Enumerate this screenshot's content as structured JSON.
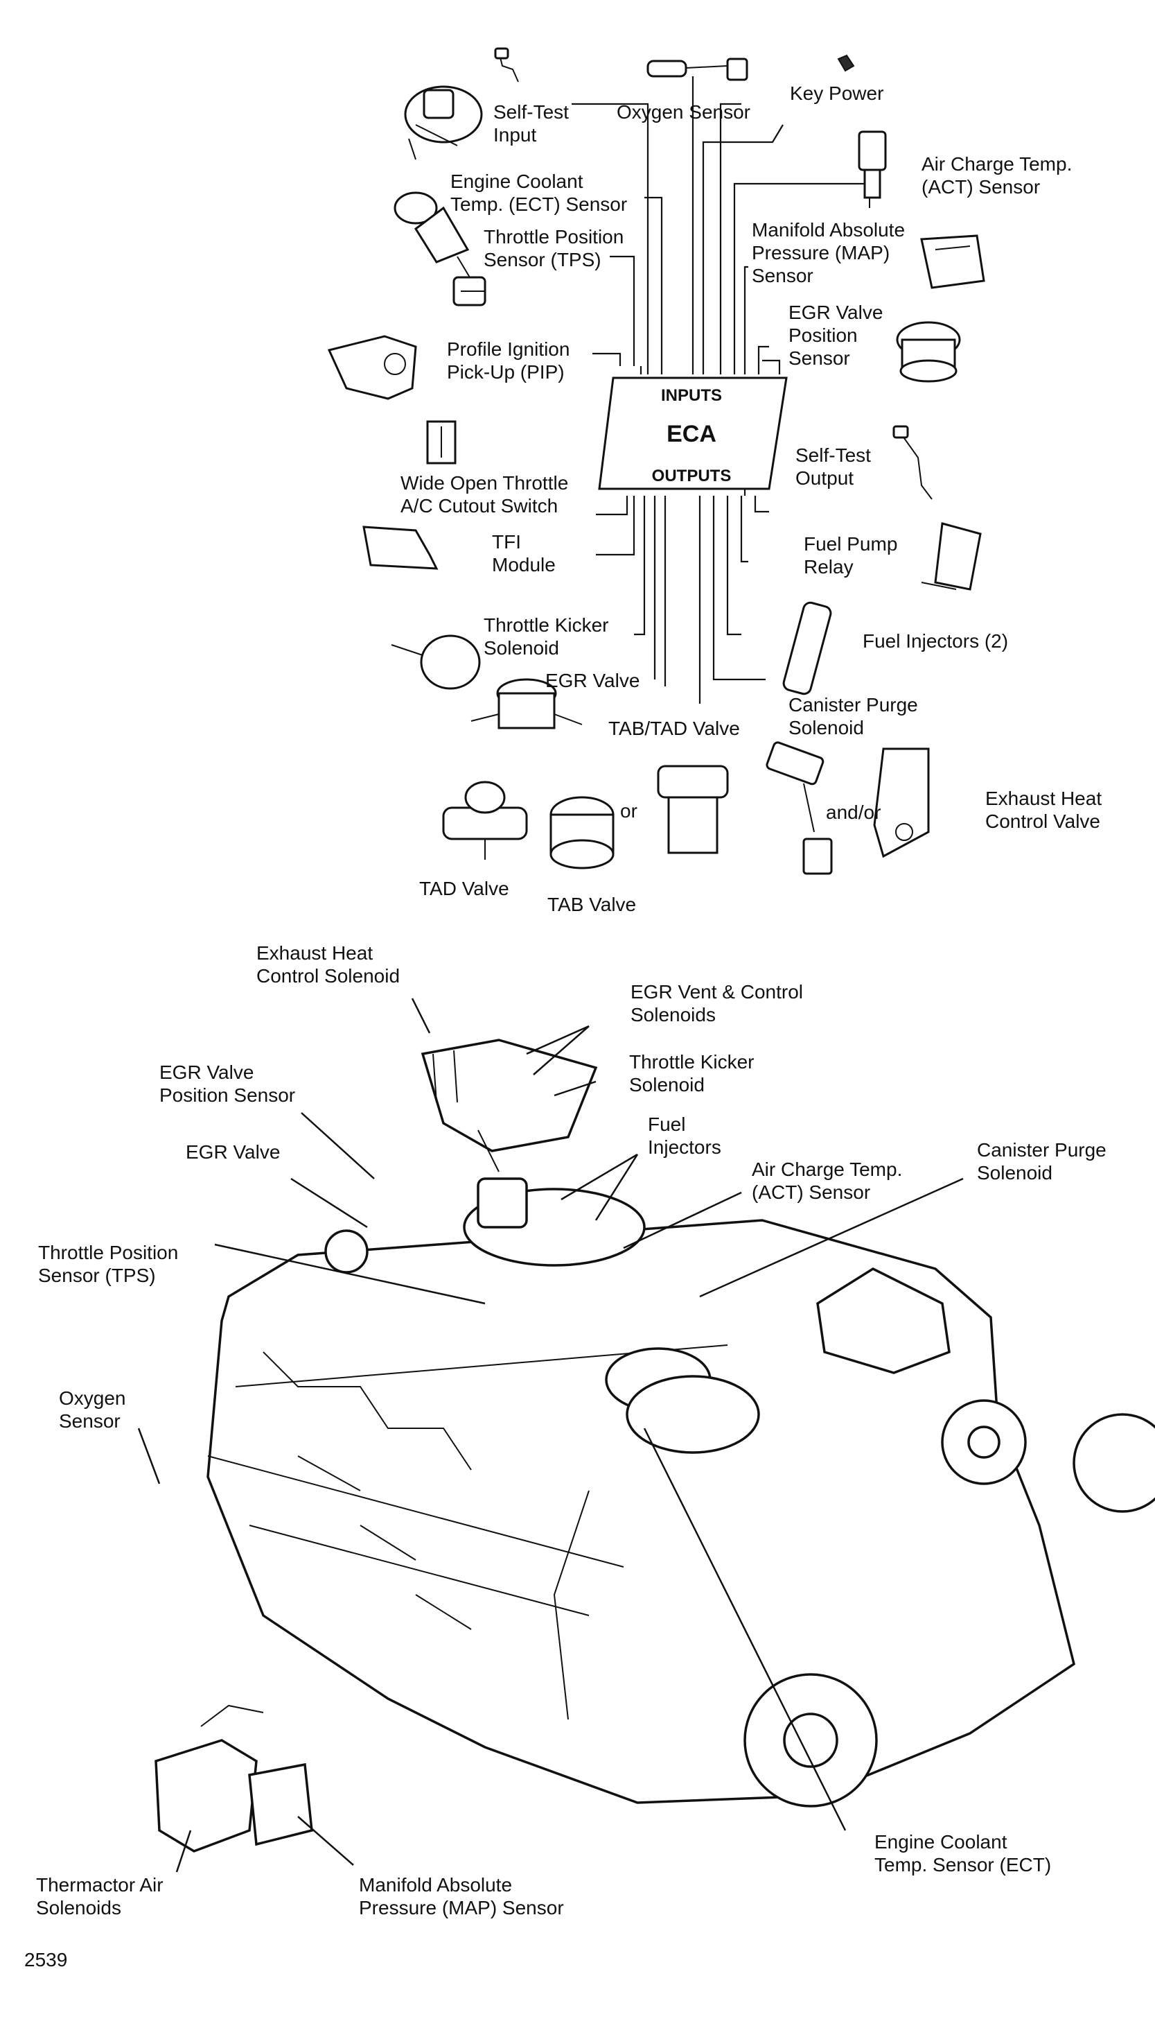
{
  "eca": {
    "title": "ECA",
    "inputs_label": "INPUTS",
    "outputs_label": "OUTPUTS"
  },
  "top_labels": {
    "self_test_input": "Self-Test\nInput",
    "oxygen_sensor": "Oxygen Sensor",
    "key_power": "Key Power",
    "ect_sensor": "Engine Coolant\nTemp. (ECT) Sensor",
    "act_sensor": "Air Charge Temp.\n(ACT) Sensor",
    "tps": "Throttle Position\nSensor (TPS)",
    "map_sensor": "Manifold Absolute\nPressure (MAP)\nSensor",
    "egr_position": "EGR Valve\nPosition\nSensor",
    "pip": "Profile Ignition\nPick-Up (PIP)",
    "self_test_output": "Self-Test\nOutput",
    "wot_switch": "Wide Open Throttle\nA/C Cutout Switch",
    "tfi_module": "TFI\nModule",
    "fuel_pump_relay": "Fuel Pump\nRelay",
    "throttle_kicker": "Throttle Kicker\nSolenoid",
    "fuel_injectors": "Fuel Injectors (2)",
    "egr_valve": "EGR Valve",
    "canister_purge": "Canister Purge\nSolenoid",
    "tab_tad_valve": "TAB/TAD Valve",
    "or": "or",
    "and_or": "and/or",
    "exhaust_heat_valve": "Exhaust Heat\nControl Valve",
    "tad_valve": "TAD Valve",
    "tab_valve": "TAB Valve"
  },
  "engine_labels": {
    "exhaust_heat_solenoid": "Exhaust Heat\nControl Solenoid",
    "egr_vent_control": "EGR Vent & Control\nSolenoids",
    "throttle_kicker": "Throttle Kicker\nSolenoid",
    "egr_position": "EGR Valve\nPosition Sensor",
    "fuel_injectors": "Fuel\nInjectors",
    "egr_valve": "EGR Valve",
    "act_sensor": "Air Charge Temp.\n(ACT) Sensor",
    "canister_purge": "Canister Purge\nSolenoid",
    "tps": "Throttle Position\nSensor (TPS)",
    "oxygen_sensor": "Oxygen\nSensor",
    "ect_sensor": "Engine Coolant\nTemp. Sensor (ECT)",
    "thermactor": "Thermactor Air\nSolenoids",
    "map_sensor": "Manifold Absolute\nPressure (MAP) Sensor"
  },
  "figure_number": "2539"
}
